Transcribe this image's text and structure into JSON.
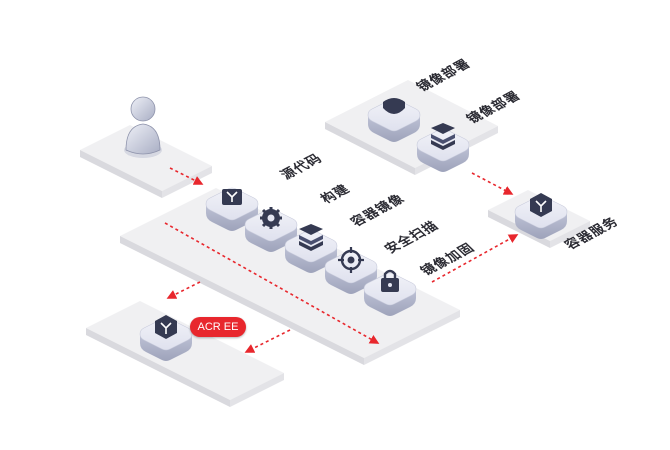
{
  "labels": {
    "source_code": "源代码",
    "build": "构建",
    "container_image": "容器镜像",
    "security_scan": "安全扫描",
    "image_sign": "镜像加固",
    "image_deploy_top1": "镜像部署",
    "image_deploy_top2": "镜像部署",
    "container_service": "容器服务"
  },
  "badge": {
    "text": "ACR EE"
  },
  "colors": {
    "accent": "#e8272d",
    "platform": "#efeff1",
    "tile": "#e4e6f2",
    "icon": "#353a52"
  },
  "icons": [
    "user-figure-icon",
    "code-y-icon",
    "gear-icon",
    "layers-icon",
    "scan-target-icon",
    "lock-icon",
    "shield-icon",
    "layers-icon",
    "container-cube-icon",
    "acr-cube-icon"
  ]
}
